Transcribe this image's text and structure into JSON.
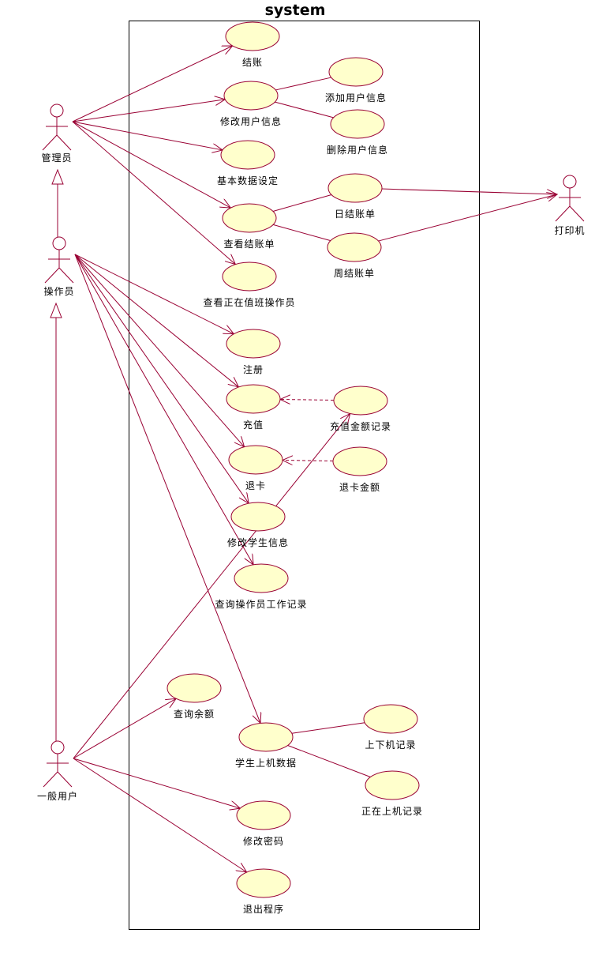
{
  "diagram": {
    "title": "system",
    "colors": {
      "line": "#990033",
      "fill": "#FFFFCC",
      "boundary": "#000000"
    },
    "actors": [
      {
        "id": "admin",
        "label": "管理员"
      },
      {
        "id": "operator",
        "label": "操作员"
      },
      {
        "id": "user",
        "label": "一般用户"
      },
      {
        "id": "printer",
        "label": "打印机"
      }
    ],
    "use_cases": [
      {
        "id": "checkout",
        "label": "结账"
      },
      {
        "id": "edit_user",
        "label": "修改用户信息"
      },
      {
        "id": "add_user",
        "label": "添加用户信息"
      },
      {
        "id": "del_user",
        "label": "删除用户信息"
      },
      {
        "id": "basic_data",
        "label": "基本数据设定"
      },
      {
        "id": "daily_bill",
        "label": "日结账单"
      },
      {
        "id": "view_bill",
        "label": "查看结账单"
      },
      {
        "id": "weekly_bill",
        "label": "周结账单"
      },
      {
        "id": "view_onduty",
        "label": "查看正在值班操作员"
      },
      {
        "id": "register",
        "label": "注册"
      },
      {
        "id": "recharge",
        "label": "充值"
      },
      {
        "id": "recharge_log",
        "label": "充值金额记录"
      },
      {
        "id": "refund",
        "label": "退卡"
      },
      {
        "id": "refund_amount",
        "label": "退卡金额"
      },
      {
        "id": "edit_student",
        "label": "修改学生信息"
      },
      {
        "id": "op_worklog",
        "label": "查询操作员工作记录"
      },
      {
        "id": "balance",
        "label": "查询余额"
      },
      {
        "id": "student_online",
        "label": "学生上机数据"
      },
      {
        "id": "onoff_log",
        "label": "上下机记录"
      },
      {
        "id": "online_now",
        "label": "正在上机记录"
      },
      {
        "id": "change_pwd",
        "label": "修改密码"
      },
      {
        "id": "exit",
        "label": "退出程序"
      }
    ],
    "edges": [
      {
        "from": "admin",
        "to": "checkout",
        "type": "association"
      },
      {
        "from": "admin",
        "to": "edit_user",
        "type": "association"
      },
      {
        "from": "admin",
        "to": "basic_data",
        "type": "association"
      },
      {
        "from": "admin",
        "to": "view_bill",
        "type": "association"
      },
      {
        "from": "admin",
        "to": "view_onduty",
        "type": "association"
      },
      {
        "from": "operator",
        "to": "register",
        "type": "association"
      },
      {
        "from": "operator",
        "to": "recharge",
        "type": "association"
      },
      {
        "from": "operator",
        "to": "refund",
        "type": "association"
      },
      {
        "from": "operator",
        "to": "edit_student",
        "type": "association"
      },
      {
        "from": "operator",
        "to": "op_worklog",
        "type": "association"
      },
      {
        "from": "operator",
        "to": "student_online",
        "type": "association"
      },
      {
        "from": "user",
        "to": "recharge_log",
        "type": "association"
      },
      {
        "from": "user",
        "to": "balance",
        "type": "association"
      },
      {
        "from": "user",
        "to": "change_pwd",
        "type": "association"
      },
      {
        "from": "user",
        "to": "exit",
        "type": "association"
      },
      {
        "from": "operator",
        "to": "admin",
        "type": "generalization"
      },
      {
        "from": "user",
        "to": "operator",
        "type": "generalization"
      },
      {
        "from": "add_user",
        "to": "edit_user",
        "type": "aggregation"
      },
      {
        "from": "del_user",
        "to": "edit_user",
        "type": "aggregation"
      },
      {
        "from": "daily_bill",
        "to": "view_bill",
        "type": "aggregation"
      },
      {
        "from": "weekly_bill",
        "to": "view_bill",
        "type": "aggregation"
      },
      {
        "from": "onoff_log",
        "to": "student_online",
        "type": "aggregation"
      },
      {
        "from": "online_now",
        "to": "student_online",
        "type": "aggregation"
      },
      {
        "from": "recharge_log",
        "to": "recharge",
        "type": "dependency"
      },
      {
        "from": "refund_amount",
        "to": "refund",
        "type": "dependency"
      },
      {
        "from": "daily_bill",
        "to": "printer",
        "type": "association"
      },
      {
        "from": "weekly_bill",
        "to": "printer",
        "type": "association"
      }
    ]
  }
}
